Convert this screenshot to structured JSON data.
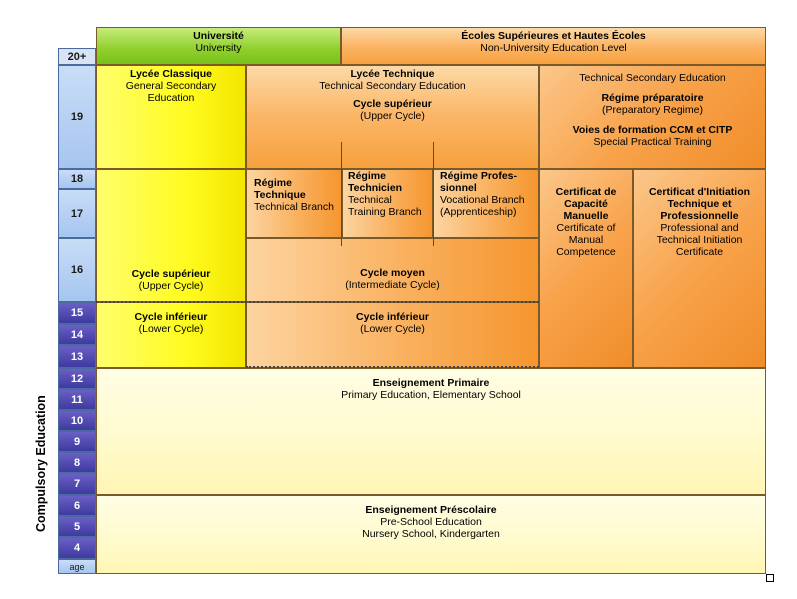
{
  "side_label": "Compulsory Education",
  "ages": [
    "20+",
    "19",
    "18",
    "17",
    "16",
    "15",
    "14",
    "13",
    "12",
    "11",
    "10",
    "9",
    "8",
    "7",
    "6",
    "5",
    "4",
    "age"
  ],
  "universite": {
    "title": "Université",
    "subtitle": "University"
  },
  "ecoles": {
    "title": "Écoles Supérieures et Hautes Écoles",
    "subtitle": "Non-University Education Level"
  },
  "lycee_classique": {
    "title": "Lycée Classique",
    "subtitle": "General Secondary Education"
  },
  "lycee_technique": {
    "title": "Lycée Technique",
    "subtitle": "Technical Secondary Education",
    "cycle_title": "Cycle supérieur",
    "cycle_subtitle": "(Upper Cycle)"
  },
  "tech_secondary": {
    "line1": "Technical Secondary Education",
    "regime_title": "Régime préparatoire",
    "regime_subtitle": "(Preparatory Regime)",
    "voies_title": "Voies de formation CCM et CITP",
    "voies_subtitle": "Special Practical Training"
  },
  "regime_technique": {
    "title": "Régime Technique",
    "subtitle": "Technical Branch"
  },
  "regime_technicien": {
    "title": "Régime Technicien",
    "subtitle": "Technical Training Branch"
  },
  "regime_professionnel": {
    "title": "Régime Profes-sionnel",
    "subtitle": "Vocational Branch (Apprenticeship)"
  },
  "ccm": {
    "title": "Certificat de Capacité Manuelle",
    "subtitle": "Certificate of Manual Competence"
  },
  "citp": {
    "title": "Certificat d'Initiation Technique et Professionnelle",
    "subtitle": "Professional and Technical Initiation Certificate"
  },
  "classique_upper": {
    "title": "Cycle supérieur",
    "subtitle": "(Upper Cycle)"
  },
  "cycle_moyen": {
    "title": "Cycle moyen",
    "subtitle": "(Intermediate Cycle)"
  },
  "classique_lower": {
    "title": "Cycle inférieur",
    "subtitle": "(Lower Cycle)"
  },
  "technique_lower": {
    "title": "Cycle inférieur",
    "subtitle": "(Lower Cycle)"
  },
  "primaire": {
    "title": "Enseignement Primaire",
    "subtitle": "Primary Education, Elementary School"
  },
  "prescolaire": {
    "title": "Enseignement Préscolaire",
    "line1": "Pre-School Education",
    "line2": "Nursery School, Kindergarten"
  },
  "colors": {
    "university": "#8fcf2c",
    "classique": "#fffb20",
    "technique": "#f9ad58",
    "primary": "#fffbd0",
    "age_light": "#a6c5ef",
    "age_dark": "#3f3aa0"
  }
}
